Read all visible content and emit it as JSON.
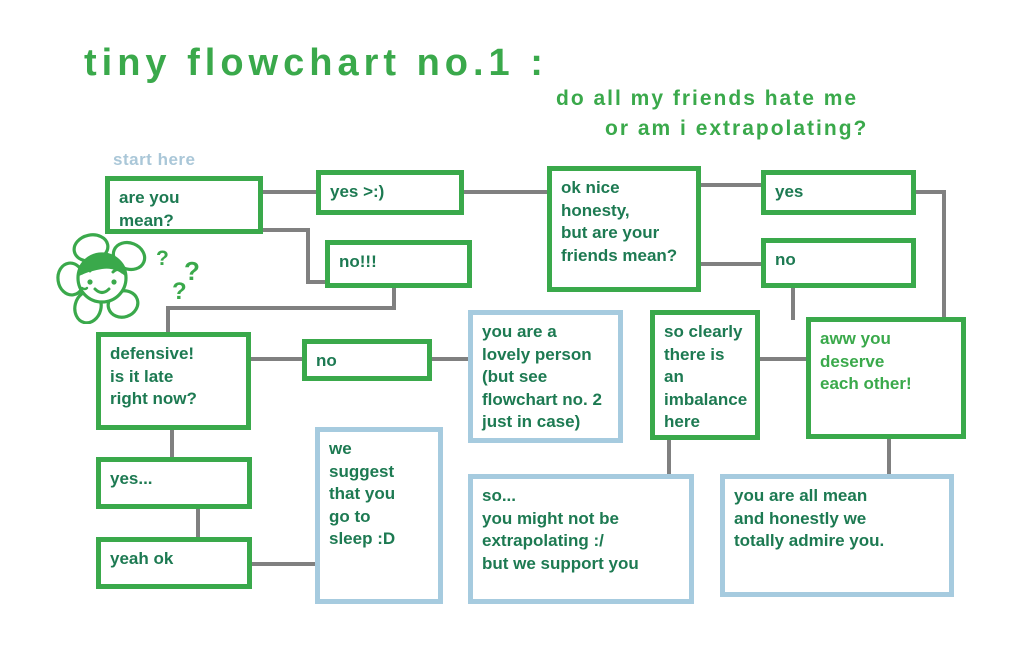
{
  "title": {
    "main": "tiny flowchart no.1 :",
    "sub_line1": "do all my friends hate me",
    "sub_line2": "or am i extrapolating?"
  },
  "labels": {
    "start_here": "start here",
    "question_mark_1": "?",
    "question_mark_2": "?",
    "question_mark_3": "?"
  },
  "colors": {
    "green_border": "#3aa94b",
    "green_text": "#1d7a52",
    "blue_border": "#a6cbdf",
    "connector_gray": "#808080",
    "start_here_blue": "#aac7d8",
    "background": "#ffffff"
  },
  "nodes": [
    {
      "id": "are-you-mean",
      "text": "are you\nmean?",
      "style": "green"
    },
    {
      "id": "yes-evil",
      "text": "yes >:)",
      "style": "green"
    },
    {
      "id": "no-excl",
      "text": "no!!!",
      "style": "green"
    },
    {
      "id": "ok-nice-honesty",
      "text": "ok nice\nhonesty,\nbut are your\nfriends mean?",
      "style": "green"
    },
    {
      "id": "yes",
      "text": "yes",
      "style": "green"
    },
    {
      "id": "no",
      "text": "no",
      "style": "green"
    },
    {
      "id": "defensive",
      "text": "defensive!\nis it late\nright now?",
      "style": "green"
    },
    {
      "id": "no-middle",
      "text": "no",
      "style": "green"
    },
    {
      "id": "lovely-person",
      "text": "you are a\nlovely person\n(but see\nflowchart no. 2\njust in case)",
      "style": "blue"
    },
    {
      "id": "so-clearly-imbalance",
      "text": "so clearly\nthere is an\nimbalance\nhere",
      "style": "green"
    },
    {
      "id": "aww-deserve",
      "text": "aww you\ndeserve\neach other!",
      "style": "green-light"
    },
    {
      "id": "yes-dots",
      "text": "yes...",
      "style": "green"
    },
    {
      "id": "yeah-ok",
      "text": "yeah ok",
      "style": "green"
    },
    {
      "id": "we-suggest-sleep",
      "text": "we\nsuggest\nthat you\ngo to\nsleep :D",
      "style": "blue"
    },
    {
      "id": "so-might-not",
      "text": "so...\nyou might not be\nextrapolating :/\nbut we support you",
      "style": "blue"
    },
    {
      "id": "all-mean-admire",
      "text": "you are all mean\nand honestly we\ntotally admire you.",
      "style": "blue"
    }
  ],
  "edges": [
    {
      "from": "are-you-mean",
      "to": "yes-evil"
    },
    {
      "from": "are-you-mean",
      "to": "no-excl"
    },
    {
      "from": "yes-evil",
      "to": "ok-nice-honesty"
    },
    {
      "from": "no-excl",
      "to": "defensive"
    },
    {
      "from": "ok-nice-honesty",
      "to": "yes"
    },
    {
      "from": "ok-nice-honesty",
      "to": "no"
    },
    {
      "from": "yes",
      "to": "aww-deserve"
    },
    {
      "from": "no",
      "to": "aww-deserve"
    },
    {
      "from": "defensive",
      "to": "no-middle"
    },
    {
      "from": "defensive",
      "to": "yes-dots"
    },
    {
      "from": "no-middle",
      "to": "lovely-person"
    },
    {
      "from": "so-clearly-imbalance",
      "to": "aww-deserve"
    },
    {
      "from": "so-clearly-imbalance",
      "to": "so-might-not"
    },
    {
      "from": "aww-deserve",
      "to": "all-mean-admire"
    },
    {
      "from": "yes-dots",
      "to": "yeah-ok"
    },
    {
      "from": "yeah-ok",
      "to": "we-suggest-sleep"
    }
  ]
}
